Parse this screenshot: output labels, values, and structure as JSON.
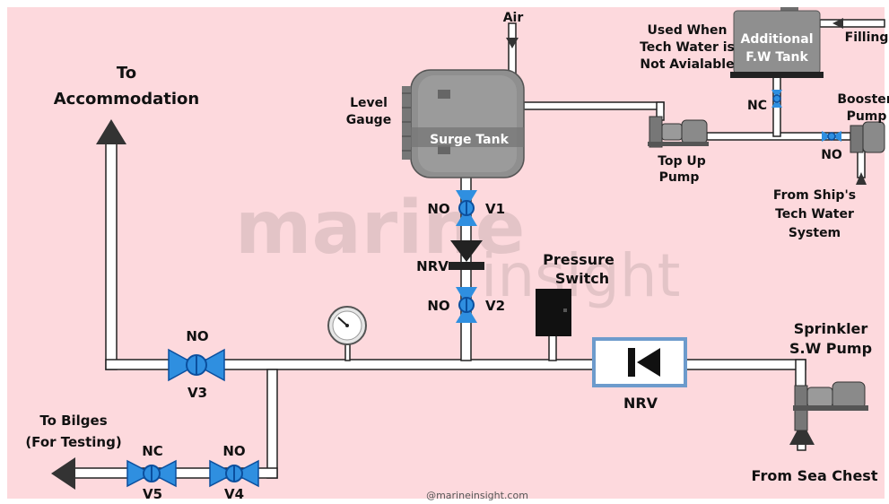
{
  "colors": {
    "background": "#fdd9dd",
    "pipe_fill": "#ffffff",
    "pipe_stroke": "#222222",
    "valve": "#2f8fe0",
    "valve_dark": "#0b4f9e",
    "nrv_box": "#6d9bcc",
    "tank": "#8e8e8e"
  },
  "labels": {
    "air": "Air",
    "filling": "Filling",
    "used_when_1": "Used When",
    "used_when_2": "Tech Water is",
    "used_when_3": "Not Avialable",
    "add_tank_1": "Additional",
    "add_tank_2": "F.W Tank",
    "nc_top": "NC",
    "booster_1": "Booster",
    "booster_2": "Pump",
    "top_up_1": "Top Up",
    "top_up_2": "Pump",
    "no_booster": "NO",
    "from_ship_1": "From Ship's",
    "from_ship_2": "Tech Water",
    "from_ship_3": "System",
    "to_1": "To",
    "to_2": "Accommodation",
    "level_1": "Level",
    "level_2": "Gauge",
    "surge_tank": "Surge Tank",
    "v1_state": "NO",
    "v1": "V1",
    "nrv_upper": "NRV",
    "v2_state": "NO",
    "v2": "V2",
    "pressure_1": "Pressure",
    "pressure_2": "Switch",
    "sprinkler_1": "Sprinkler",
    "sprinkler_2": "S.W Pump",
    "v3_state": "NO",
    "v3": "V3",
    "nrv_main": "NRV",
    "to_bilges_1": "To Bilges",
    "to_bilges_2": "(For Testing)",
    "v5_state": "NC",
    "v5": "V5",
    "v4_state": "NO",
    "v4": "V4",
    "from_sea": "From Sea Chest",
    "credit": "@marineinsight.com"
  }
}
